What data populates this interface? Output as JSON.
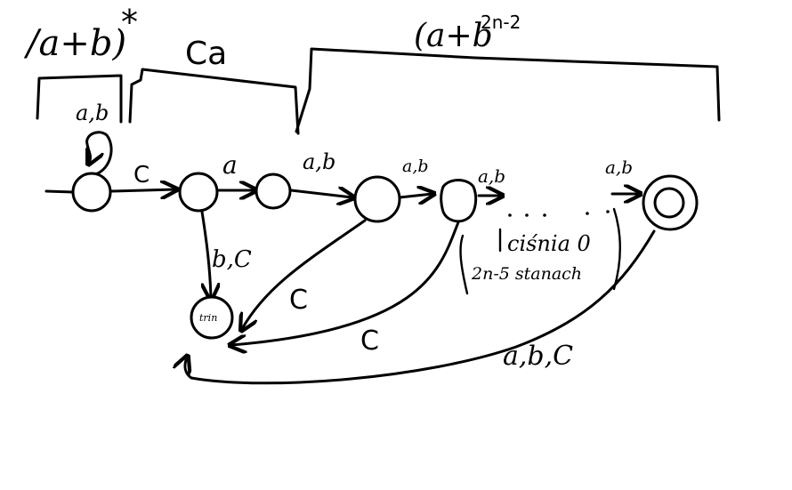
{
  "brackets": {
    "left": "/a+b)",
    "left_star": "*",
    "middle": "Ca",
    "right": "(a+b",
    "right_exp": "2n-2"
  },
  "transitions": {
    "self_loop": "a,b",
    "q0_q1": "C",
    "q1_q2": "a",
    "q2_q3": "a,b",
    "q3_q4": "a,b",
    "q4_dots": "a,b",
    "dots_final": "a,b",
    "q1_trap": "b,C",
    "q3_trap": "C",
    "q4_trap": "C",
    "final_trap": "a,b,C"
  },
  "annotation": {
    "line1": "ciśnia 0",
    "line2": "2n-5 stanach"
  },
  "trap_state": "trin"
}
